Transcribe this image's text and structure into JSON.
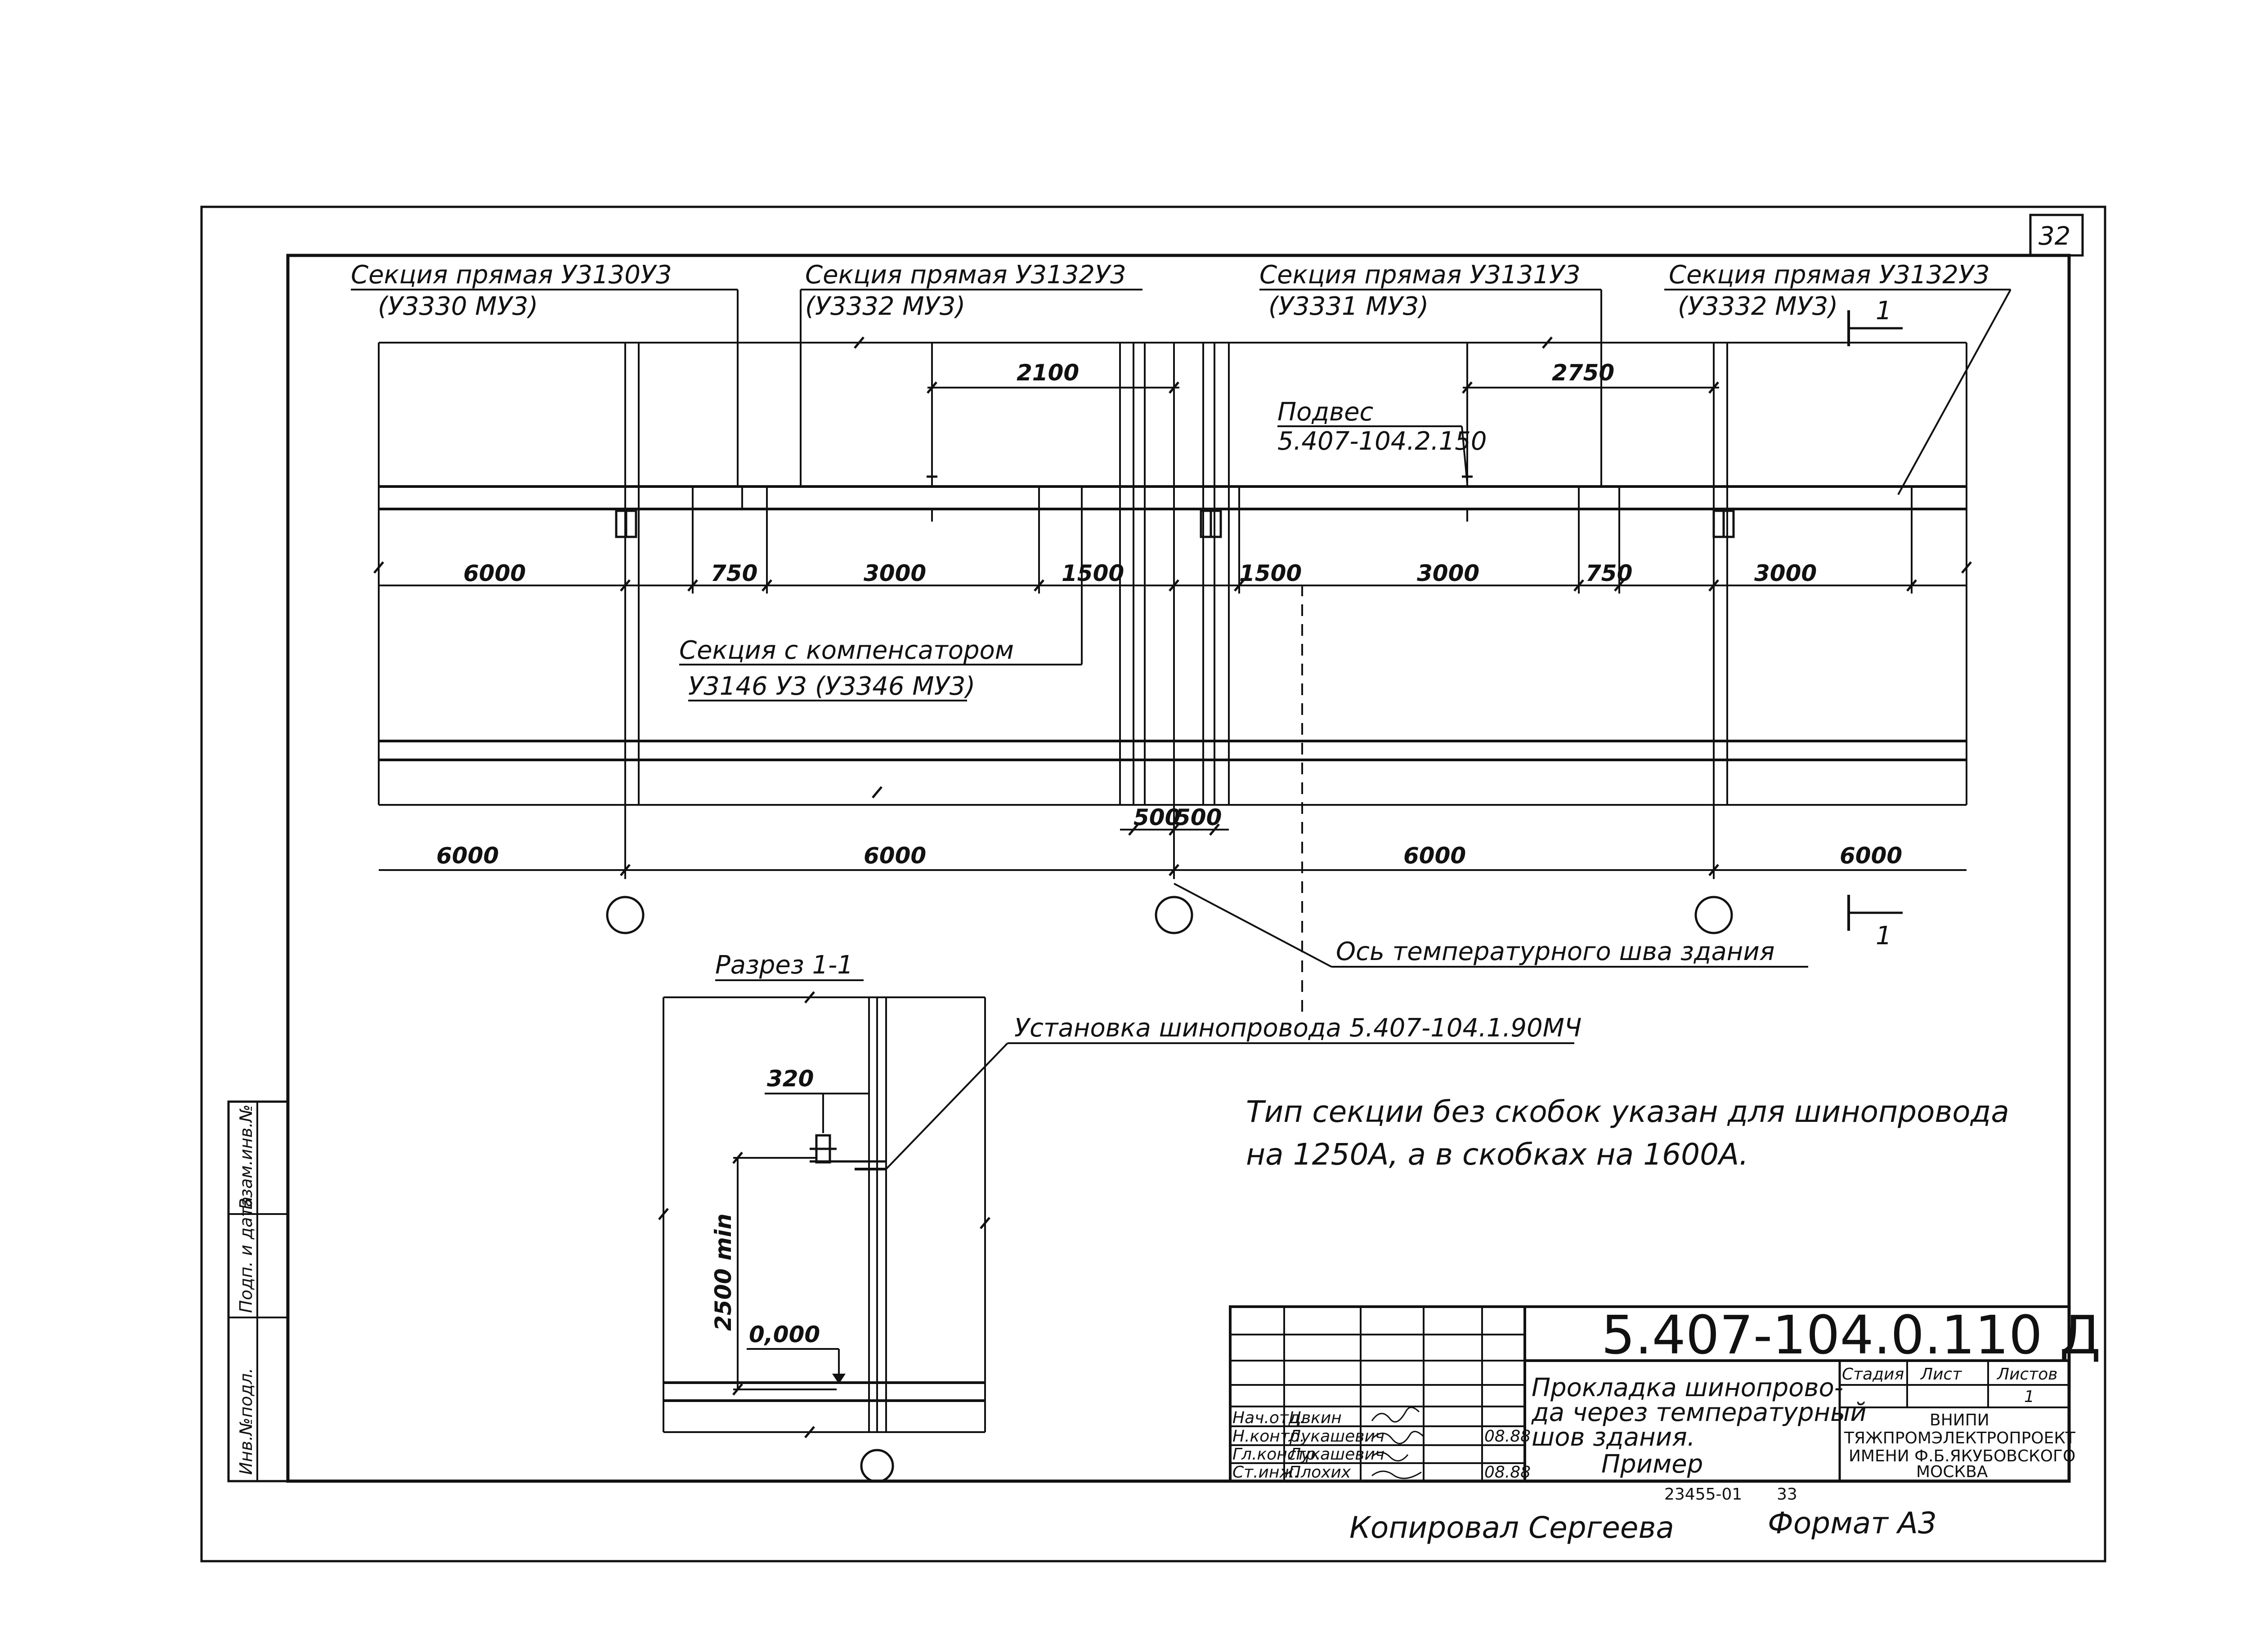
{
  "sheet": {
    "number": "32",
    "copied_by": "Копировал  Сергеева",
    "format": "Формат А3",
    "inventory_number": "23455-01",
    "inventory_page": "33"
  },
  "plan": {
    "callouts": [
      {
        "line1": "Секция прямая У3130У3",
        "line2": "(У3330 МУ3)"
      },
      {
        "line1": "Секция прямая У3132У3",
        "line2": "(У3332 МУ3)"
      },
      {
        "line1": "Секция прямая У3131У3",
        "line2": "(У3331 МУ3)"
      },
      {
        "line1": "Секция прямая У3132У3",
        "line2": "(У3332 МУ3)"
      }
    ],
    "hanger": {
      "line1": "Подвес",
      "line2": "5.407-104.2.150"
    },
    "compensator": {
      "line1": "Секция с компенсатором",
      "line2": "У3146 У3 (У3346 МУ3)"
    },
    "dims_top": [
      "2100",
      "2750"
    ],
    "dims_mid": [
      "6000",
      "750",
      "3000",
      "1500",
      "1500",
      "3000",
      "750",
      "3000"
    ],
    "dims_joint": [
      "500",
      "500"
    ],
    "dims_axes": [
      "6000",
      "6000",
      "6000",
      "6000"
    ],
    "section_mark": "1",
    "joint_axis_label": "Ось температурного шва здания"
  },
  "section": {
    "title": "Разрез 1-1",
    "installation_label": "Установка шинопровода 5.407-104.1.90МЧ",
    "dim_320": "320",
    "dim_height": "2500 min",
    "level": "0,000"
  },
  "note": {
    "line1": "Тип секции без скобок указан для шинопровода",
    "line2": "на 1250А, а в скобках на 1600А."
  },
  "side_stamp": [
    "Инв.№подл.",
    "Подп. и дата",
    "Взам.инв.№"
  ],
  "title_block": {
    "code": "5.407-104.0.110 Д",
    "title_lines": [
      "Прокладка шинопрово-",
      "да через температурный",
      "шов здания.",
      "Пример"
    ],
    "headers": [
      "Стадия",
      "Лист",
      "Листов"
    ],
    "sheets_total": "1",
    "org_lines": [
      "ВНИПИ",
      "ТЯЖПРОМЭЛЕКТРОПРОЕКТ",
      "ИМЕНИ Ф.Б.ЯКУБОВСКОГО",
      "МОСКВА"
    ],
    "signers": [
      {
        "role": "Нач.отд.",
        "name": "Цвкин",
        "date": ""
      },
      {
        "role": "Н.контр.",
        "name": "Лукашевич",
        "date": "08.88"
      },
      {
        "role": "Гл.констр.",
        "name": "Лукашевич",
        "date": ""
      },
      {
        "role": "Ст.инж.",
        "name": "Плохих",
        "date": "08.88"
      }
    ]
  }
}
